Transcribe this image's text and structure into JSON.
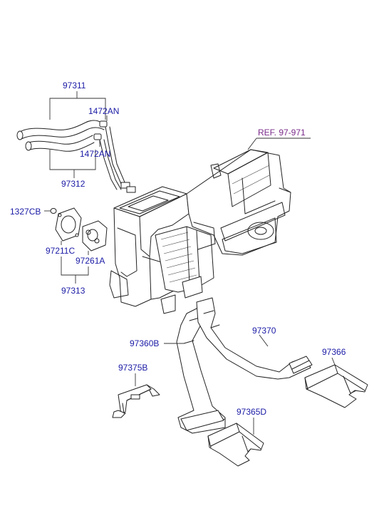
{
  "diagram": {
    "labels": {
      "p97311": "97311",
      "p1472AN_top": "1472AN",
      "p1472AN_mid": "1472AN",
      "p97312": "97312",
      "p1327CB": "1327CB",
      "p97211C": "97211C",
      "p97261A": "97261A",
      "p97313": "97313",
      "ref": "REF. 97-971",
      "p97360B": "97360B",
      "p97370": "97370",
      "p97366": "97366",
      "p97375B": "97375B",
      "p97365D": "97365D"
    }
  }
}
